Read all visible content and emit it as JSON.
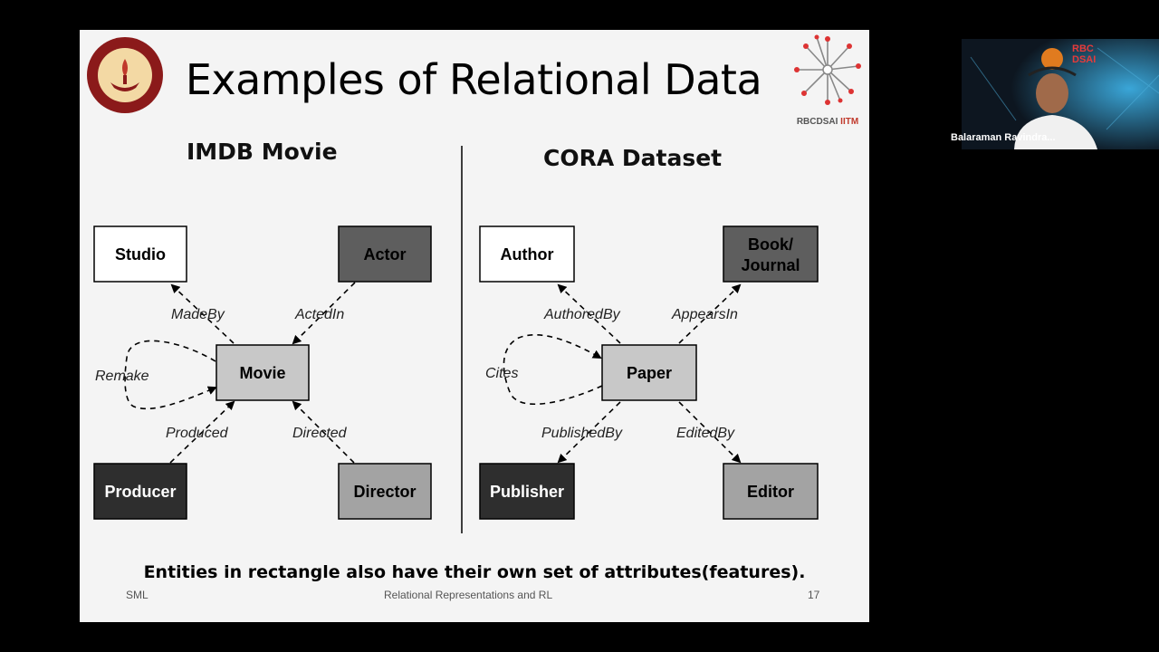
{
  "slide": {
    "title": "Examples of Relational Data",
    "left_section_title": "IMDB Movie",
    "right_section_title": "CORA Dataset",
    "caption": "Entities in rectangle also have their own set of attributes(features).",
    "footer_left": "SML",
    "footer_center": "Relational Representations and RL",
    "page_number": "17",
    "logo_rbc_text_a": "RBCDSAI",
    "logo_rbc_text_b": "IITM"
  },
  "imdb": {
    "nodes": {
      "studio": "Studio",
      "actor": "Actor",
      "movie": "Movie",
      "producer": "Producer",
      "director": "Director"
    },
    "edges": {
      "made_by": "MadeBy",
      "acted_in": "ActedIn",
      "remake": "Remake",
      "produced": "Produced",
      "directed": "Directed"
    }
  },
  "cora": {
    "nodes": {
      "author": "Author",
      "book_journal_1": "Book/",
      "book_journal_2": "Journal",
      "paper": "Paper",
      "publisher": "Publisher",
      "editor": "Editor"
    },
    "edges": {
      "authored_by": "AuthoredBy",
      "appears_in": "AppearsIn",
      "cites": "Cites",
      "published_by": "PublishedBy",
      "edited_by": "EditedBy"
    }
  },
  "video": {
    "participant_name": "Balaraman Ravindra...",
    "badge_text_1": "RBC",
    "badge_text_2": "DSAI"
  },
  "colors": {
    "white_box": "#ffffff",
    "light_box": "#c8c8c8",
    "mid_box": "#a3a3a3",
    "dark_box": "#5e5e5e",
    "black_box": "#2e2e2e",
    "brand_red": "#c0392b"
  }
}
